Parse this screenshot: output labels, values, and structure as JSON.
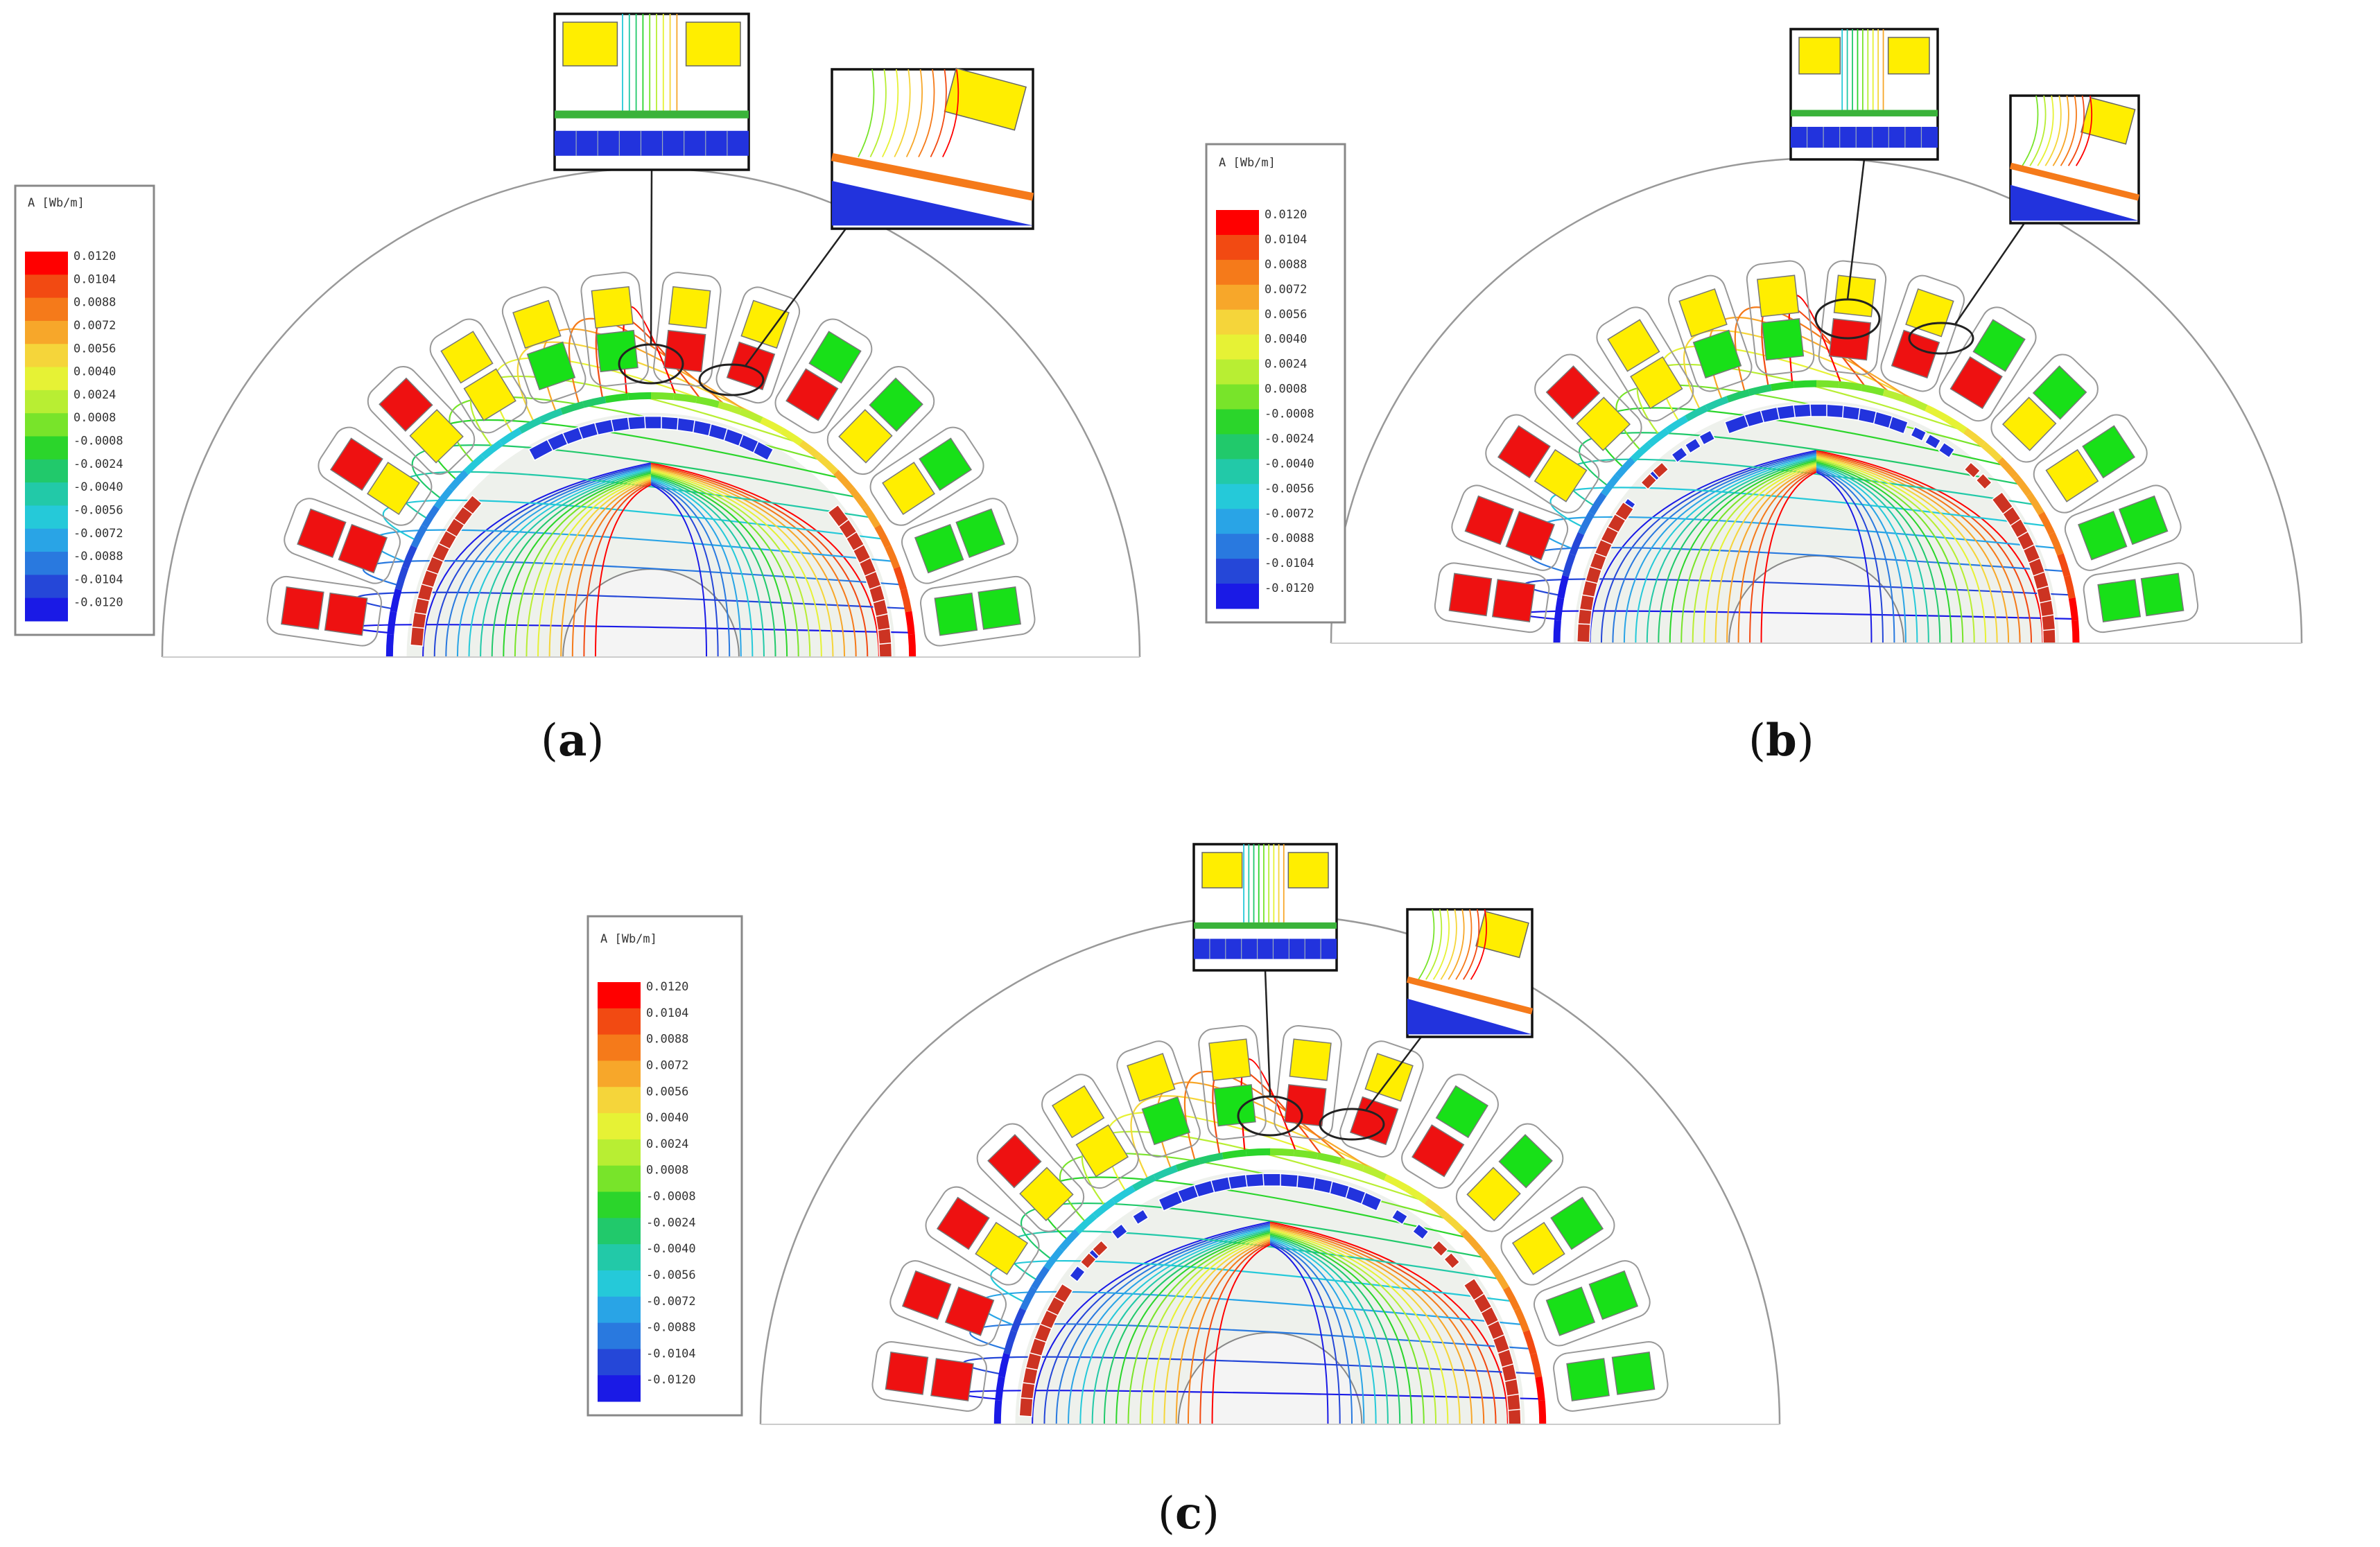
{
  "legend": {
    "title": "A [Wb/m]",
    "values": [
      "0.0120",
      "0.0104",
      "0.0088",
      "0.0072",
      "0.0056",
      "0.0040",
      "0.0024",
      "0.0008",
      "-0.0008",
      "-0.0024",
      "-0.0040",
      "-0.0056",
      "-0.0072",
      "-0.0088",
      "-0.0104",
      "-0.0120"
    ],
    "colors": [
      "#ff0000",
      "#f24a12",
      "#f57a1a",
      "#f7a72a",
      "#f5d53a",
      "#e6f235",
      "#b8ee33",
      "#78e42a",
      "#2bd52b",
      "#21c96b",
      "#22c9a8",
      "#25c9d9",
      "#29a4e6",
      "#2979df",
      "#2547d8",
      "#1a1ae6"
    ]
  },
  "panels": [
    {
      "caption_open": "(",
      "caption_letter": "a",
      "caption_close": ")",
      "rotor_pattern": "a"
    },
    {
      "caption_open": "(",
      "caption_letter": "b",
      "caption_close": ")",
      "rotor_pattern": "b"
    },
    {
      "caption_open": "(",
      "caption_letter": "c",
      "caption_close": ")",
      "rotor_pattern": "c"
    }
  ],
  "colors": {
    "red": "#ee1111",
    "yellow": "#ffee00",
    "green": "#18e018",
    "blue": "#2233dd",
    "rotor_red": "#cc3322",
    "outline": "#888888",
    "rotor_fill": "#eef1ec"
  }
}
